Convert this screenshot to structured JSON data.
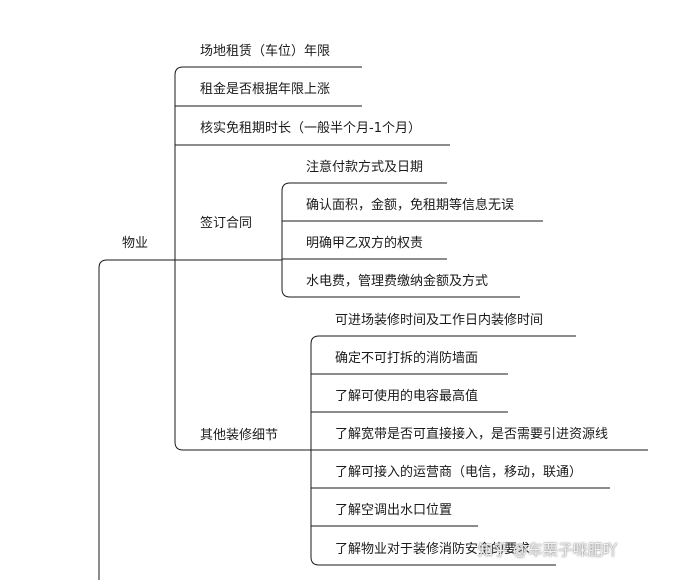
{
  "root": {
    "label": "物业"
  },
  "branches": [
    {
      "label": "场地租赁（车位）年限"
    },
    {
      "label": "租金是否根据年限上涨"
    },
    {
      "label": "核实免租期时长（一般半个月-1个月）"
    },
    {
      "label": "签订合同",
      "children": [
        {
          "label": "注意付款方式及日期"
        },
        {
          "label": "确认面积，金额，免租期等信息无误"
        },
        {
          "label": "明确甲乙双方的权责"
        },
        {
          "label": "水电费，管理费缴纳金额及方式"
        }
      ]
    },
    {
      "label": "其他装修细节",
      "children": [
        {
          "label": "可进场装修时间及工作日内装修时间"
        },
        {
          "label": "确定不可打拆的消防墙面"
        },
        {
          "label": "了解可使用的电容最高值"
        },
        {
          "label": "了解宽带是否可直接接入，是否需要引进资源线"
        },
        {
          "label": "了解可接入的运营商（电信，移动，联通）"
        },
        {
          "label": "了解空调出水口位置"
        },
        {
          "label": "了解物业对于装修消防安全的要求"
        }
      ]
    }
  ],
  "watermark": {
    "text": "知乎 @车栗子咪肥吖"
  },
  "colors": {
    "line": "#1a1a1a",
    "text": "#1a1a1a"
  }
}
